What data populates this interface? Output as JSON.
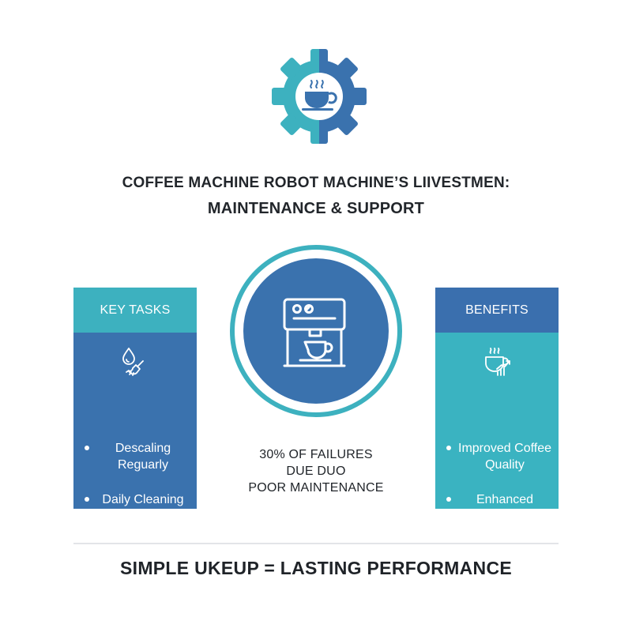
{
  "header": {
    "title_line1": "COFFEE MACHINE ROBOT  MACHINE’S LIIVESTMEN:",
    "title_line2": "MAINTENANCE & SUPPORT",
    "logo_icon": "gear-coffee-cup-icon"
  },
  "key_tasks": {
    "heading": "KEY TASKS",
    "icon": "water-drop-brush-icon",
    "items": [
      "Descaling Reguarly",
      "Daily Cleaning"
    ]
  },
  "benefits": {
    "heading": "BENEFITS",
    "icon": "coffee-cup-growth-icon",
    "items": [
      "Improved Coffee Quality",
      "Enhanced Efficiency"
    ]
  },
  "center": {
    "icon": "espresso-machine-icon",
    "stat_line1": "30% OF FAILURES",
    "stat_line2": "DUE DUO",
    "stat_line3": "POOR MAINTENANCE"
  },
  "footer": {
    "tagline": "SIMPLE UKEUP = LASTING PERFORMANCE"
  },
  "colors": {
    "teal": "#3db1bf",
    "blue": "#3a72ae",
    "text": "#1f2328"
  }
}
